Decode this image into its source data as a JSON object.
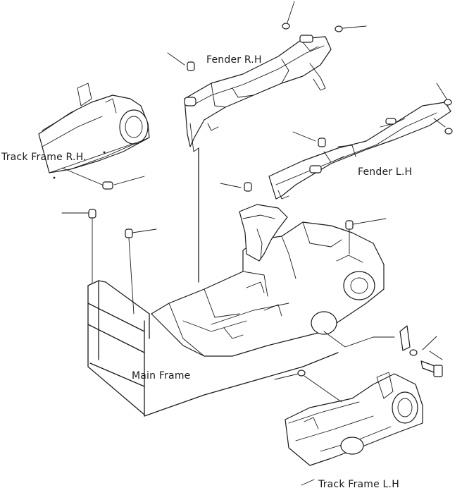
{
  "labels": {
    "fender_rh": "Fender R.H",
    "fender_lh": "Fender L.H",
    "track_frame_rh": "Track Frame R.H.",
    "track_frame_lh": "Track Frame L.H",
    "main_frame": "Main Frame"
  }
}
